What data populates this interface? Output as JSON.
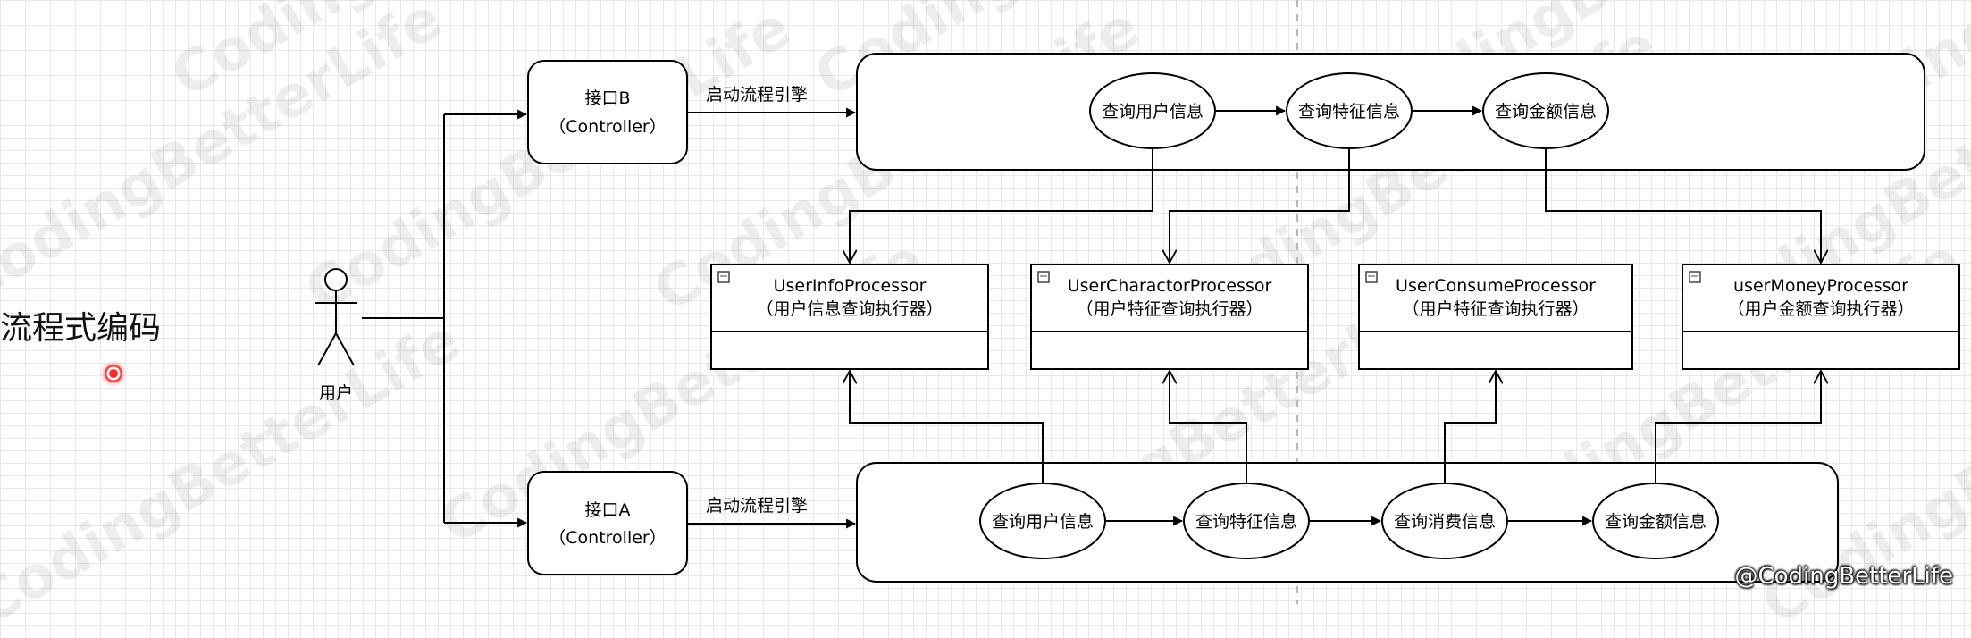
{
  "title": "流程式编码",
  "watermark": "CodingBetterLife",
  "credit": "@CodingBetterLife",
  "actor": {
    "label": "用户"
  },
  "interfaces": {
    "b": {
      "name": "接口B",
      "sub": "（Controller）"
    },
    "a": {
      "name": "接口A",
      "sub": "（Controller）"
    }
  },
  "edge_label": "启动流程引擎",
  "flow_b": [
    "查询用户信息",
    "查询特征信息",
    "查询金额信息"
  ],
  "flow_a": [
    "查询用户信息",
    "查询特征信息",
    "查询消费信息",
    "查询金额信息"
  ],
  "processors": [
    {
      "name": "UserInfoProcessor",
      "desc": "（用户信息查询执行器）"
    },
    {
      "name": "UserCharactorProcessor",
      "desc": "（用户特征查询执行器）"
    },
    {
      "name": "UserConsumeProcessor",
      "desc": "（用户特征查询执行器）"
    },
    {
      "name": "userMoneyProcessor",
      "desc": "（用户金额查询执行器）"
    }
  ],
  "colors": {
    "stroke": "#000000",
    "watermark": "#000000",
    "cursor": "#ff2a2a"
  }
}
